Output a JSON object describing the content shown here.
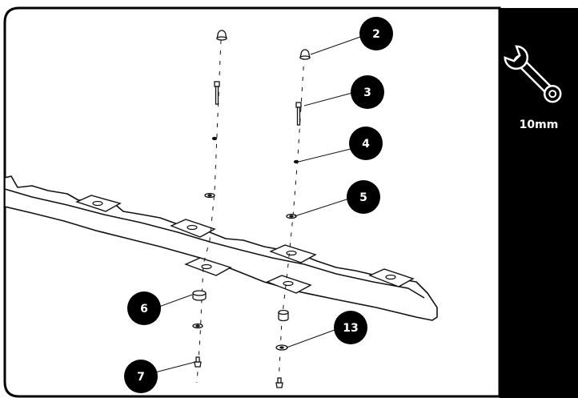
{
  "tool_panel": {
    "icon": "wrench-icon",
    "size_label": "10mm"
  },
  "callouts": [
    "2",
    "3",
    "4",
    "5",
    "6",
    "7",
    "13"
  ],
  "colors": {
    "frame": "#000000",
    "panel": "#000000",
    "callout_fill": "#000000",
    "callout_text": "#ffffff",
    "line_art": "#111111"
  }
}
